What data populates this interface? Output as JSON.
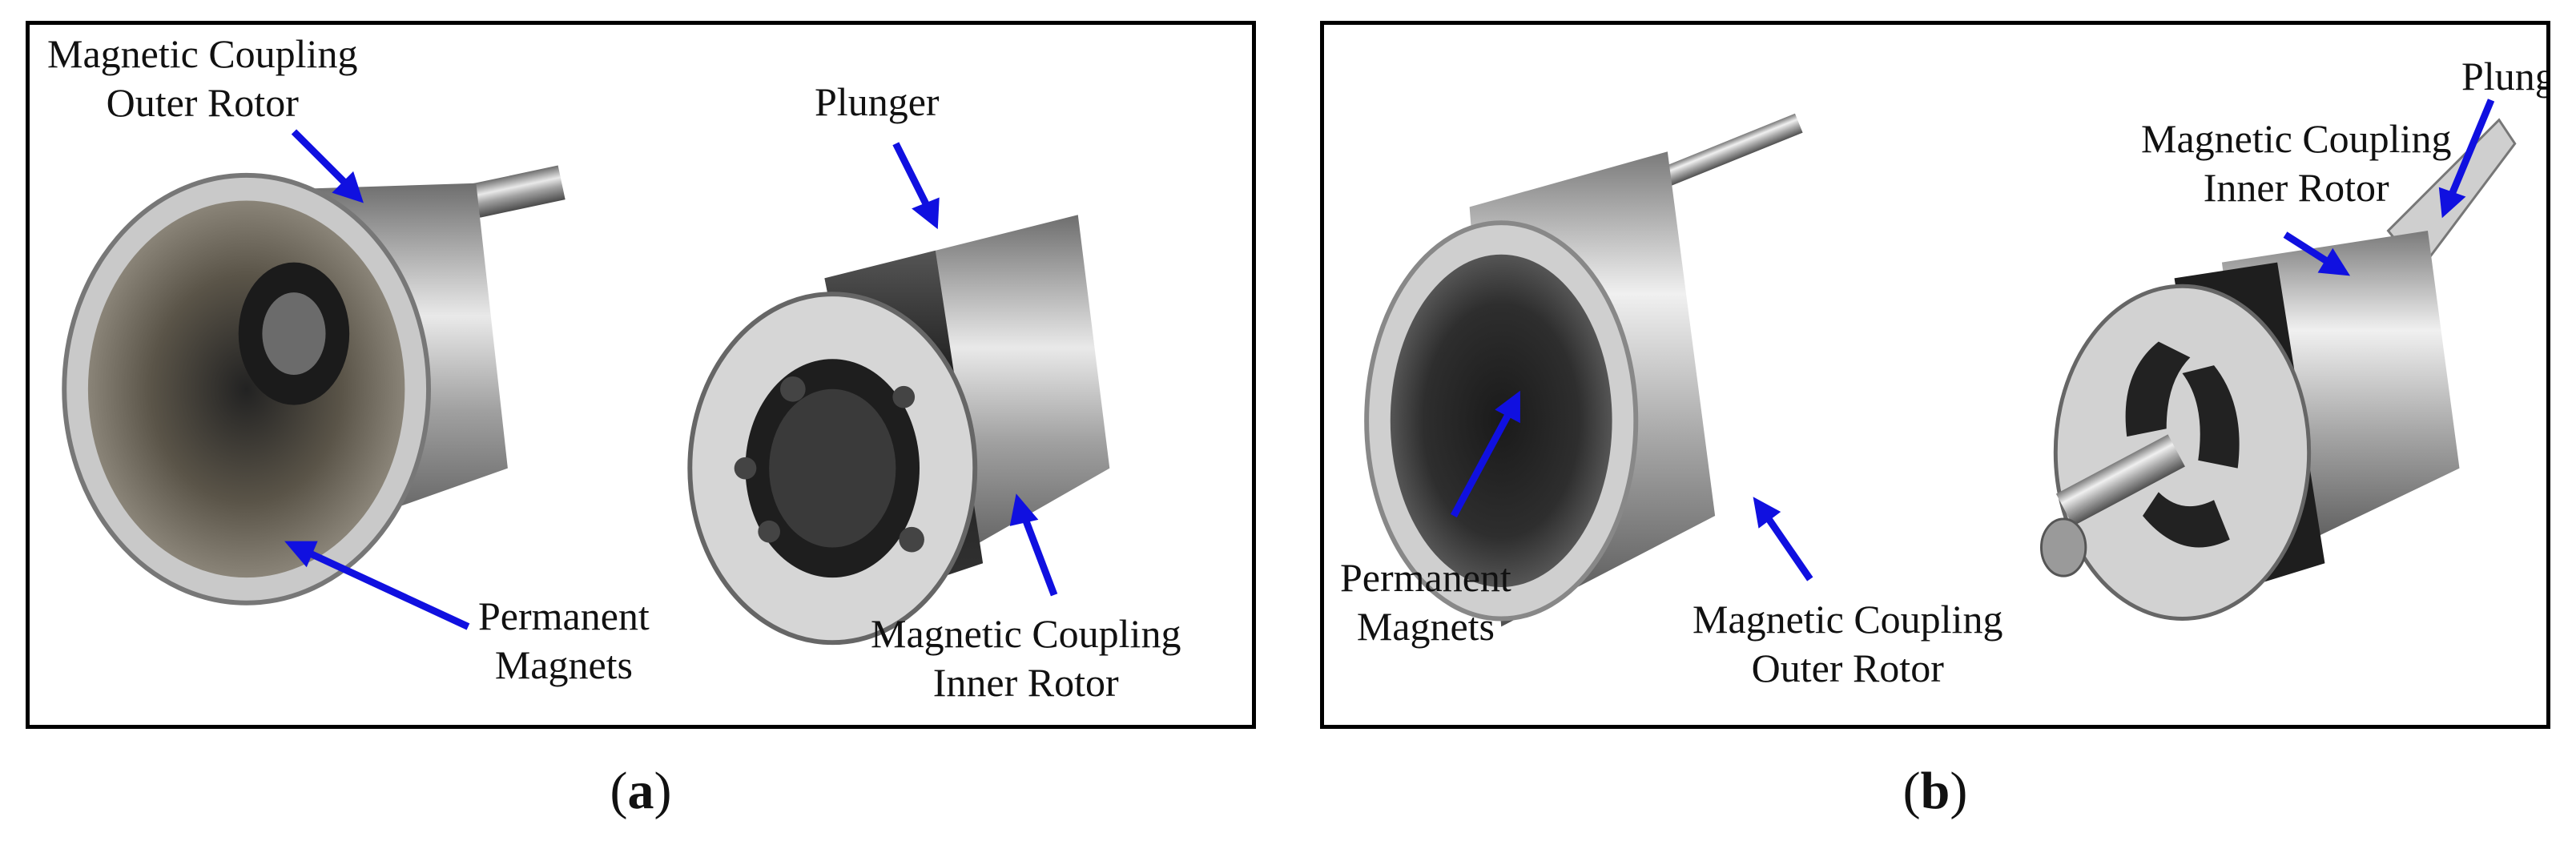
{
  "panel_a": {
    "labels": {
      "outer_rotor": [
        "Magnetic Coupling",
        "Outer Rotor"
      ],
      "plunger": "Plunger",
      "permanent_magnets": [
        "Permanent",
        "Magnets"
      ],
      "inner_rotor": [
        "Magnetic Coupling",
        "Inner Rotor"
      ]
    },
    "caption_letter": "a"
  },
  "panel_b": {
    "labels": {
      "plunger": "Plunger",
      "inner_rotor": [
        "Magnetic Coupling",
        "Inner Rotor"
      ],
      "permanent_magnets": [
        "Permanent",
        "Magnets"
      ],
      "outer_rotor": [
        "Magnetic Coupling",
        "Outer Rotor"
      ]
    },
    "caption_letter": "b"
  },
  "colors": {
    "arrow": "#1010e0",
    "frame": "#000000",
    "metal": "#b8b8b8",
    "dark_metal": "#2a2a2a"
  }
}
